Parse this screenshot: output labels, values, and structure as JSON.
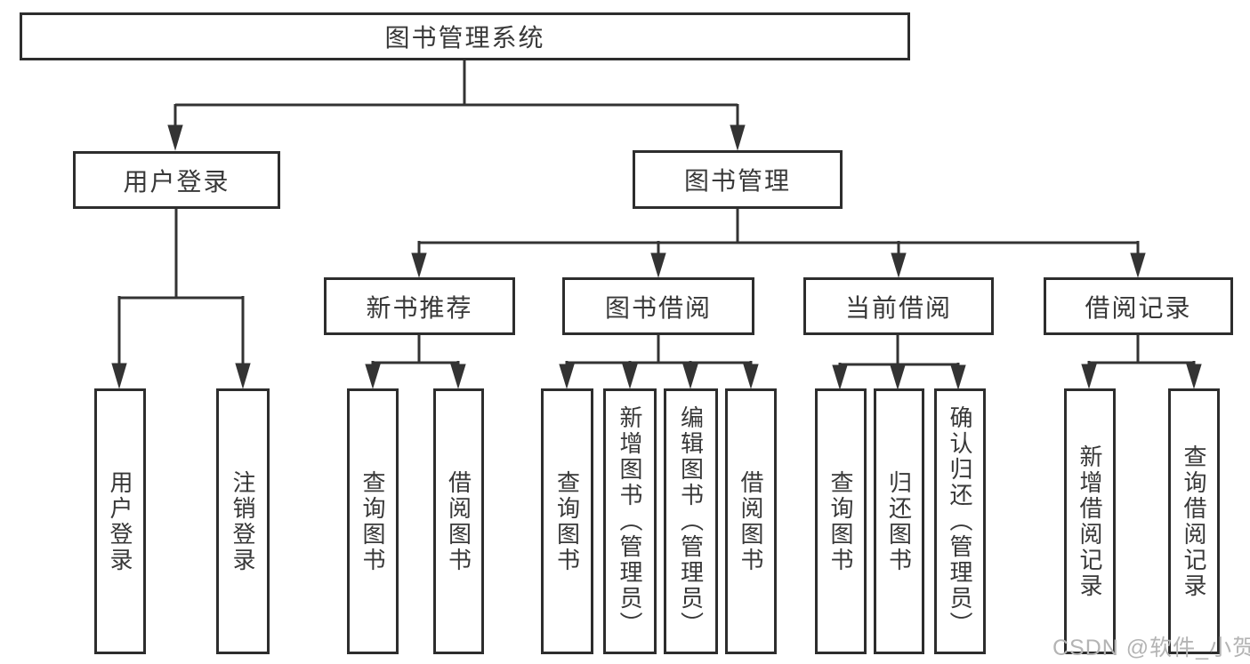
{
  "diagram": {
    "root": {
      "label": "图书管理系统"
    },
    "branches": [
      {
        "label": "用户登录",
        "children": [
          {
            "label": "用户登录"
          },
          {
            "label": "注销登录"
          }
        ]
      },
      {
        "label": "图书管理",
        "children": [
          {
            "label": "新书推荐",
            "children": [
              {
                "label": "查询图书"
              },
              {
                "label": "借阅图书"
              }
            ]
          },
          {
            "label": "图书借阅",
            "children": [
              {
                "label": "查询图书"
              },
              {
                "label": "新增图书（管理员）"
              },
              {
                "label": "编辑图书（管理员）"
              },
              {
                "label": "借阅图书"
              }
            ]
          },
          {
            "label": "当前借阅",
            "children": [
              {
                "label": "查询图书"
              },
              {
                "label": "归还图书"
              },
              {
                "label": "确认归还（管理员）"
              }
            ]
          },
          {
            "label": "借阅记录",
            "children": [
              {
                "label": "新增借阅记录"
              },
              {
                "label": "查询借阅记录"
              }
            ]
          }
        ]
      }
    ],
    "colors": {
      "line": "#333333",
      "box_border": "#2d2d2d",
      "text": "#383838",
      "background": "#ffffff"
    }
  },
  "watermark": {
    "text": "CSDN @软件_小贺同学",
    "color": "#b4b4b4"
  }
}
